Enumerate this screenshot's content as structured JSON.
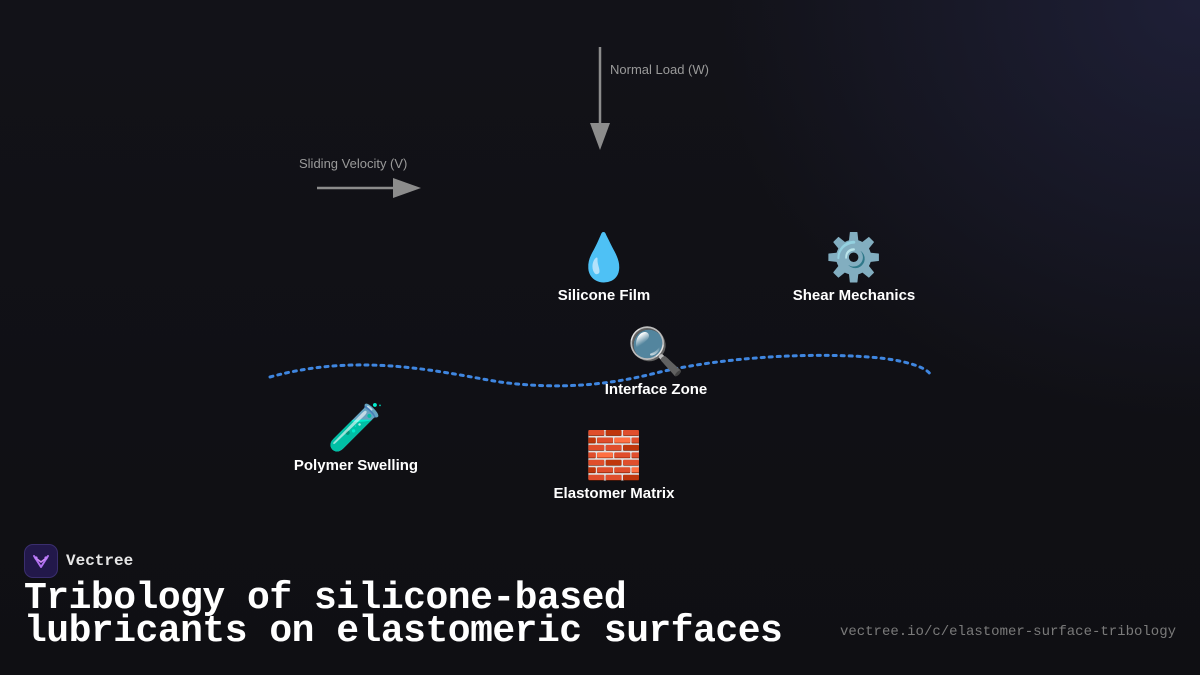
{
  "diagram": {
    "arrows": {
      "normal_load_label": "Normal Load (W)",
      "sliding_velocity_label": "Sliding Velocity (V)"
    },
    "nodes": [
      {
        "id": "silicone-film",
        "icon": "💧",
        "icon_name": "droplet-icon",
        "label": "Silicone Film"
      },
      {
        "id": "shear-mechanics",
        "icon": "⚙️",
        "icon_name": "gear-icon",
        "label": "Shear Mechanics"
      },
      {
        "id": "interface-zone",
        "icon": "🔍",
        "icon_name": "magnifier-icon",
        "label": "Interface Zone"
      },
      {
        "id": "polymer-swelling",
        "icon": "🧪",
        "icon_name": "test-tube-icon",
        "label": "Polymer Swelling"
      },
      {
        "id": "elastomer-matrix",
        "icon": "🧱",
        "icon_name": "brick-icon",
        "label": "Elastomer Matrix"
      }
    ],
    "colors": {
      "interface_line": "#3f86e0",
      "arrow": "#8c8c8c",
      "background": "#111116"
    }
  },
  "footer": {
    "brand_name": "Vectree",
    "brand_icon": "vectree-logo-icon",
    "title_line1": "Tribology of silicone-based",
    "title_line2": "lubricants on elastomeric surfaces",
    "url": "vectree.io/c/elastomer-surface-tribology"
  }
}
